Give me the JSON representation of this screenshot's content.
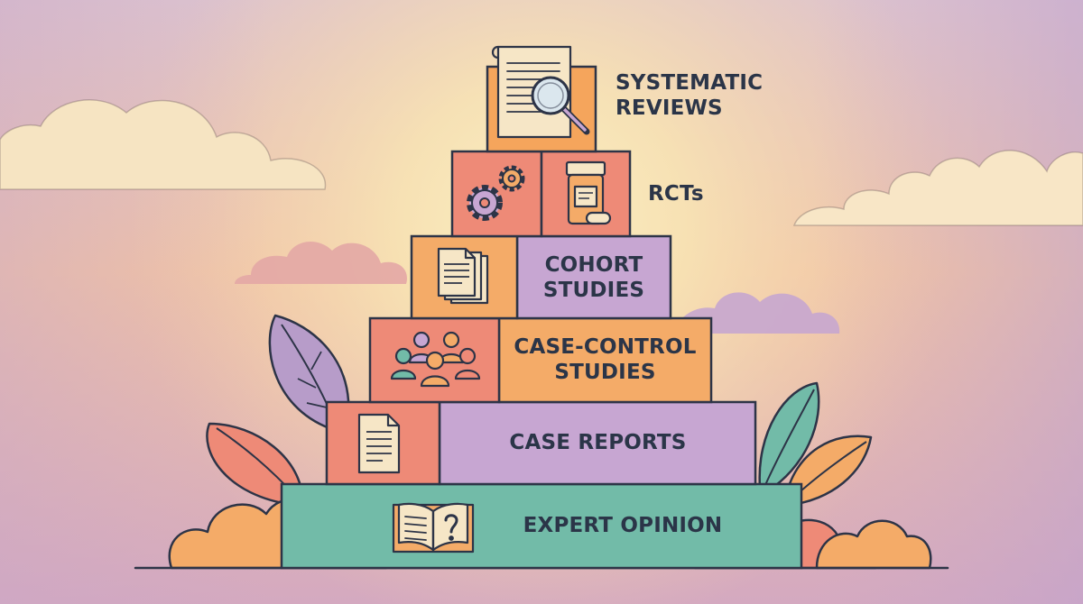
{
  "pyramid": {
    "levels": [
      {
        "id": "systematic-reviews",
        "label": "SYSTEMATIC\nREVIEWS",
        "icon": "document-magnifier-icon",
        "color": "#f5a55c"
      },
      {
        "id": "rcts",
        "label": "RCTs",
        "icon": "gears-pill-bottle-icon",
        "color": "#ee8a77"
      },
      {
        "id": "cohort-studies",
        "label": "COHORT\nSTUDIES",
        "icon": "document-stack-icon",
        "color": "#c7a6d2"
      },
      {
        "id": "case-control-studies",
        "label": "CASE-CONTROL\nSTUDIES",
        "icon": "people-group-icon",
        "color": "#f4ab68"
      },
      {
        "id": "case-reports",
        "label": "CASE REPORTS",
        "icon": "document-icon",
        "color": "#c7a6d2"
      },
      {
        "id": "expert-opinion",
        "label": "EXPERT OPINION",
        "icon": "open-book-question-icon",
        "color": "#72bba8"
      }
    ]
  }
}
